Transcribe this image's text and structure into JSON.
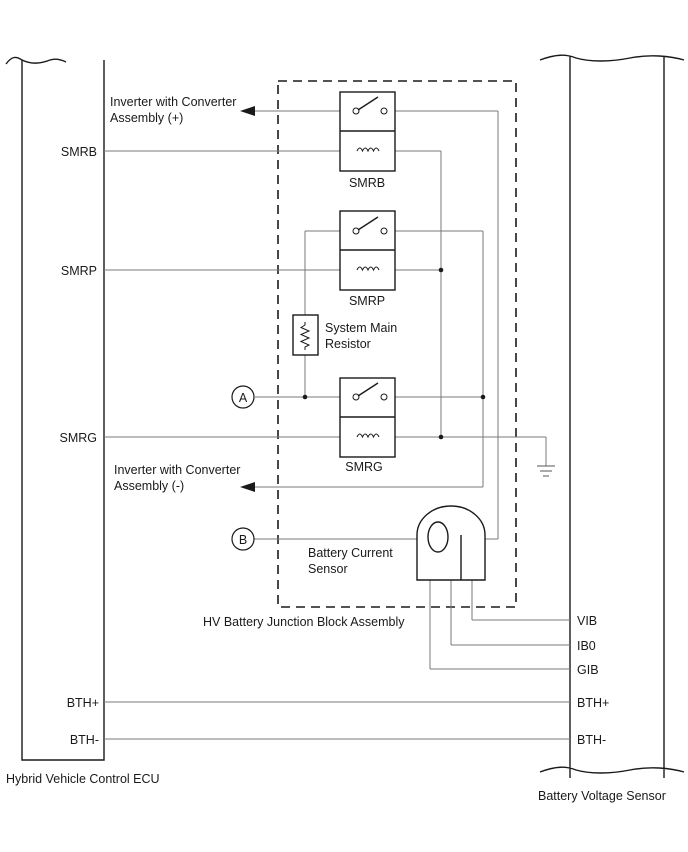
{
  "ecu": {
    "title": "Hybrid Vehicle Control ECU",
    "pins": {
      "smrb": "SMRB",
      "smrp": "SMRP",
      "smrg": "SMRG",
      "bth_plus": "BTH+",
      "bth_minus": "BTH-"
    }
  },
  "sensor": {
    "title": "Battery Voltage Sensor",
    "pins": {
      "vib": "VIB",
      "ib0": "IB0",
      "gib": "GIB",
      "bth_plus": "BTH+",
      "bth_minus": "BTH-"
    }
  },
  "junction_block": {
    "title": "HV Battery Junction Block Assembly"
  },
  "relays": {
    "smrb": "SMRB",
    "smrp": "SMRP",
    "smrg": "SMRG"
  },
  "resistor": {
    "line1": "System Main",
    "line2": "Resistor"
  },
  "current_sensor": {
    "line1": "Battery Current",
    "line2": "Sensor"
  },
  "inverter_plus": {
    "line1": "Inverter with Converter",
    "line2": "Assembly (+)"
  },
  "inverter_minus": {
    "line1": "Inverter with Converter",
    "line2": "Assembly (-)"
  },
  "connectors": {
    "a": "A",
    "b": "B"
  }
}
